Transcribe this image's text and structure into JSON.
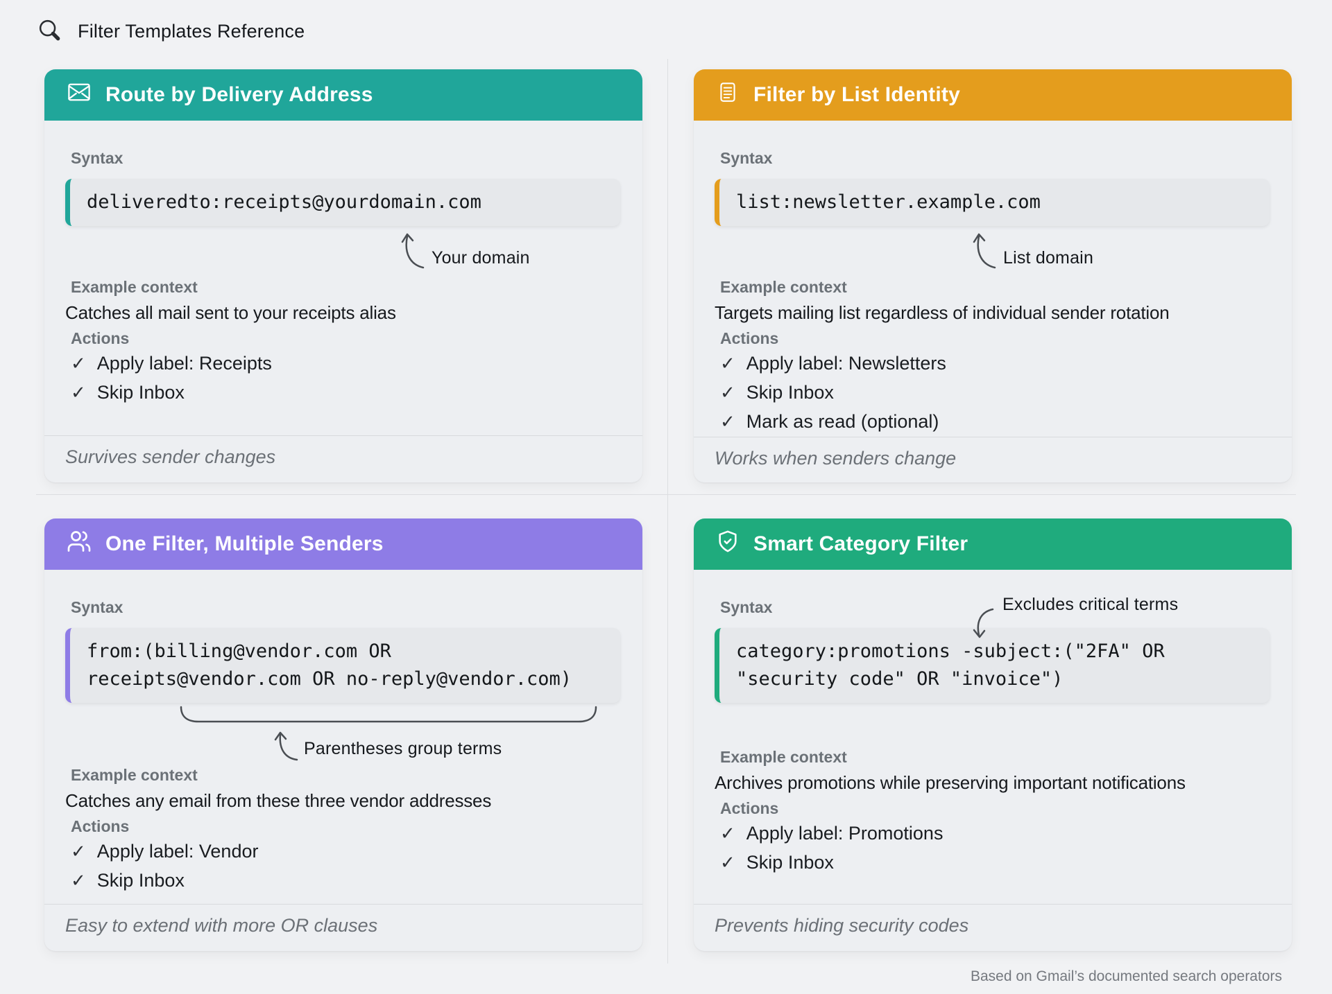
{
  "page": {
    "title": "Filter Templates Reference",
    "footnote": "Based on Gmail’s documented search operators"
  },
  "section_labels": {
    "syntax": "Syntax",
    "context": "Example context",
    "actions": "Actions"
  },
  "icons": {
    "check": "✓"
  },
  "cards": [
    {
      "title": "Route by Delivery Address",
      "icon": "envelope-icon",
      "accent": "#20a69a",
      "syntax_lines": [
        "deliveredto:receipts@yourdomain.com"
      ],
      "annotation": "Your domain",
      "context": "Catches all mail sent to your receipts alias",
      "actions": [
        "Apply label: Receipts",
        "Skip Inbox"
      ],
      "footer": "Survives sender changes"
    },
    {
      "title": "Filter by List Identity",
      "icon": "list-icon",
      "accent": "#e49d1d",
      "syntax_lines": [
        "list:newsletter.example.com"
      ],
      "annotation": "List domain",
      "context": "Targets mailing list regardless of individual sender rotation",
      "actions": [
        "Apply label: Newsletters",
        "Skip Inbox",
        "Mark as read (optional)"
      ],
      "footer": "Works when senders change"
    },
    {
      "title": "One Filter, Multiple Senders",
      "icon": "users-icon",
      "accent": "#8e7ce6",
      "syntax_lines": [
        "from:(billing@vendor.com OR",
        "receipts@vendor.com OR no-reply@vendor.com)"
      ],
      "annotation": "Parentheses group terms",
      "context": "Catches any email from these three vendor addresses",
      "actions": [
        "Apply label: Vendor",
        "Skip Inbox"
      ],
      "footer": "Easy to extend with more OR clauses"
    },
    {
      "title": "Smart Category Filter",
      "icon": "shield-check-icon",
      "accent": "#1fab7d",
      "syntax_lines": [
        "category:promotions -subject:(\"2FA\" OR",
        "\"security code\" OR \"invoice\")"
      ],
      "annotation": "Excludes critical terms",
      "context": "Archives promotions while preserving important notifications",
      "actions": [
        "Apply label: Promotions",
        "Skip Inbox"
      ],
      "footer": "Prevents hiding security codes"
    }
  ]
}
